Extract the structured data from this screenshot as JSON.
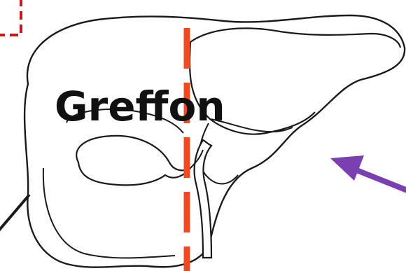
{
  "diagram": {
    "label": "Greffon",
    "colors": {
      "outline": "#1a1a1a",
      "cut_line": "#f04a1e",
      "arrow": "#7a3fb0",
      "callout_box": "#c41a1a",
      "background": "#ffffff"
    },
    "icons": [
      "liver-outline",
      "gallbladder",
      "bile-duct",
      "cut-line",
      "pointer-arrow",
      "callout-box"
    ]
  }
}
